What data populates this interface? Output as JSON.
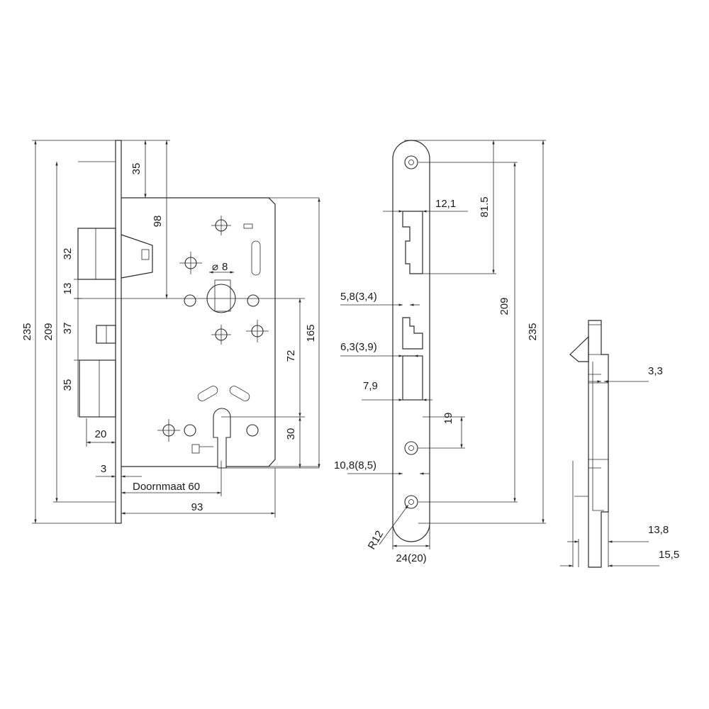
{
  "front_view": {
    "dims": {
      "d235": "235",
      "d209": "209",
      "d35_top": "35",
      "d98": "98",
      "d32": "32",
      "d13": "13",
      "d37": "37",
      "d35_bolt": "35",
      "d20": "20",
      "d3": "3",
      "d8": "8",
      "d165": "165",
      "d72": "72",
      "d30": "30",
      "doornmaat": "Doornmaat 60",
      "d93": "93"
    },
    "dia_symbol": "⌀"
  },
  "side_view": {
    "dims": {
      "d12_1": "12,1",
      "d81_5": "81.5",
      "d5_8": "5,8(3,4)",
      "d6_3": "6,3(3,9)",
      "d7_9": "7,9",
      "d19": "19",
      "d10_8": "10,8(8,5)",
      "r12": "R12",
      "d24": "24(20)",
      "d209": "209",
      "d235": "235"
    }
  },
  "profile_view": {
    "dims": {
      "d3_3": "3,3",
      "d13_8": "13,8",
      "d15_5": "15,5"
    }
  }
}
